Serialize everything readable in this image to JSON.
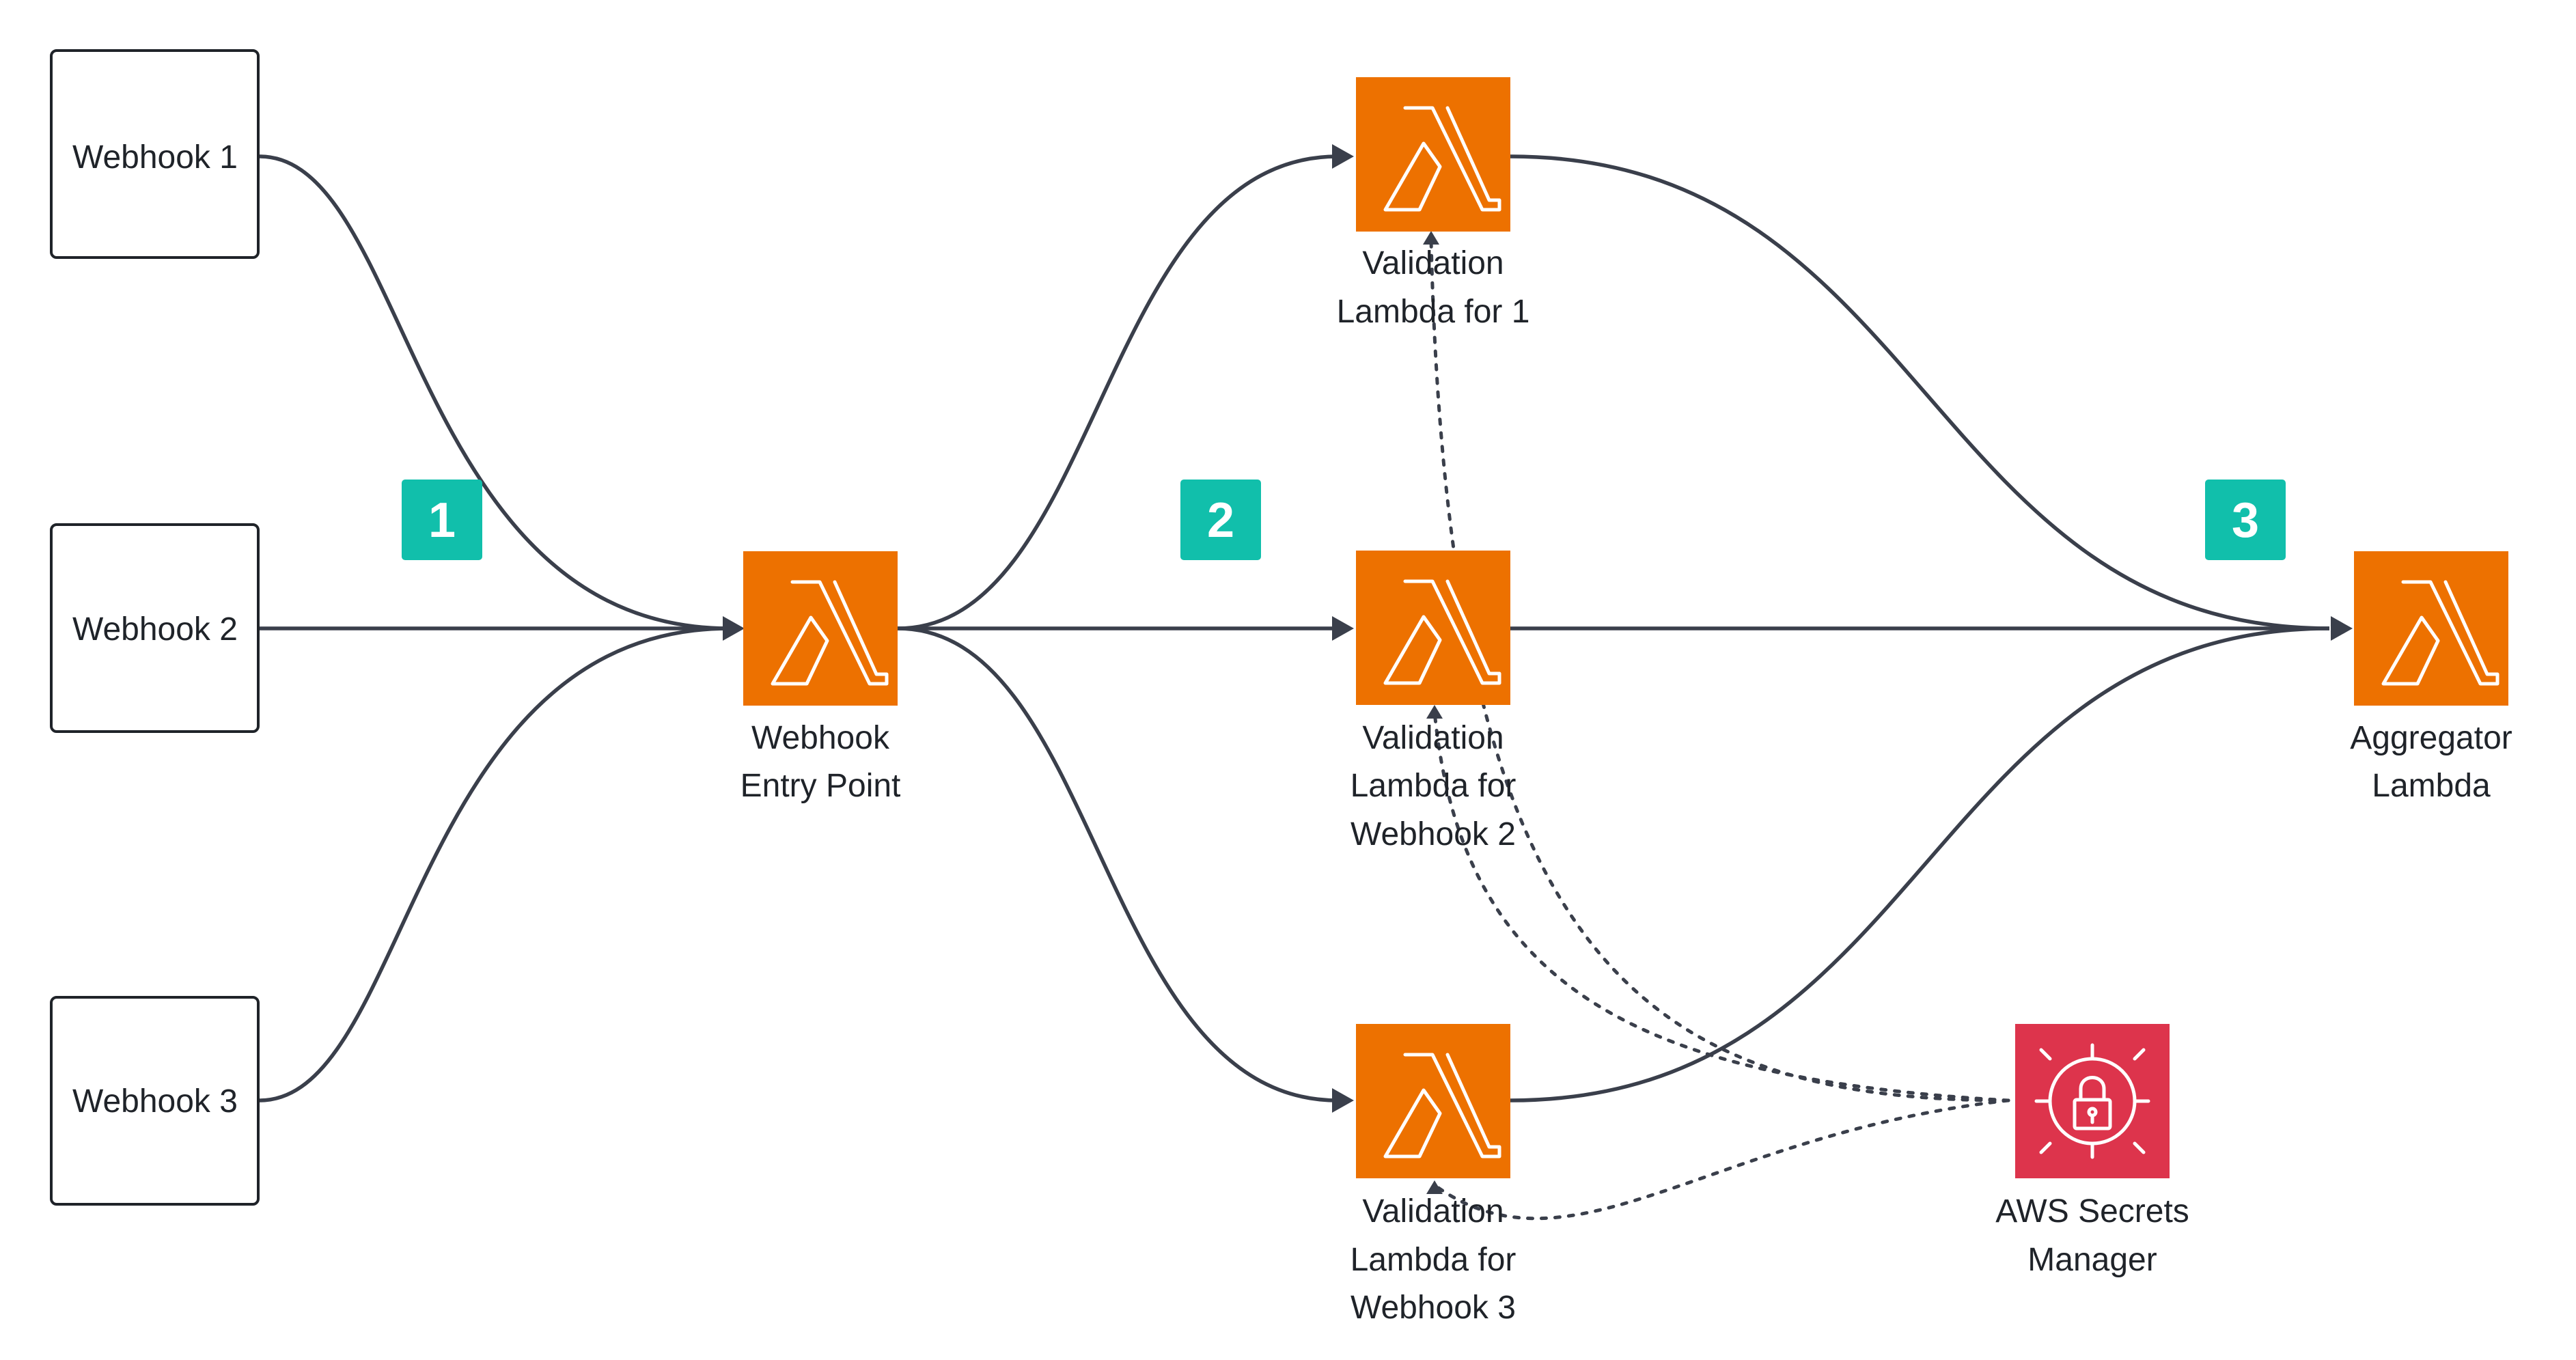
{
  "webhooks": [
    {
      "label": "Webhook 1"
    },
    {
      "label": "Webhook 2"
    },
    {
      "label": "Webhook 3"
    }
  ],
  "steps": [
    "1",
    "2",
    "3"
  ],
  "entry": {
    "line1": "Webhook",
    "line2": "Entry Point",
    "icon": "lambda-icon"
  },
  "validations": [
    {
      "lines": [
        "Validation",
        "Lambda for 1"
      ],
      "icon": "lambda-icon"
    },
    {
      "lines": [
        "Validation",
        "Lambda for",
        "Webhook 2"
      ],
      "icon": "lambda-icon"
    },
    {
      "lines": [
        "Validation",
        "Lambda for",
        "Webhook 3"
      ],
      "icon": "lambda-icon"
    }
  ],
  "aggregator": {
    "line1": "Aggregator",
    "line2": "Lambda",
    "icon": "lambda-icon"
  },
  "secrets": {
    "line1": "AWS Secrets",
    "line2": "Manager",
    "icon": "secrets-manager-icon"
  },
  "colors": {
    "lambda": "#ed7100",
    "secrets": "#dd344c",
    "step_badge": "#11bfab",
    "edge": "#3a3f4b"
  }
}
